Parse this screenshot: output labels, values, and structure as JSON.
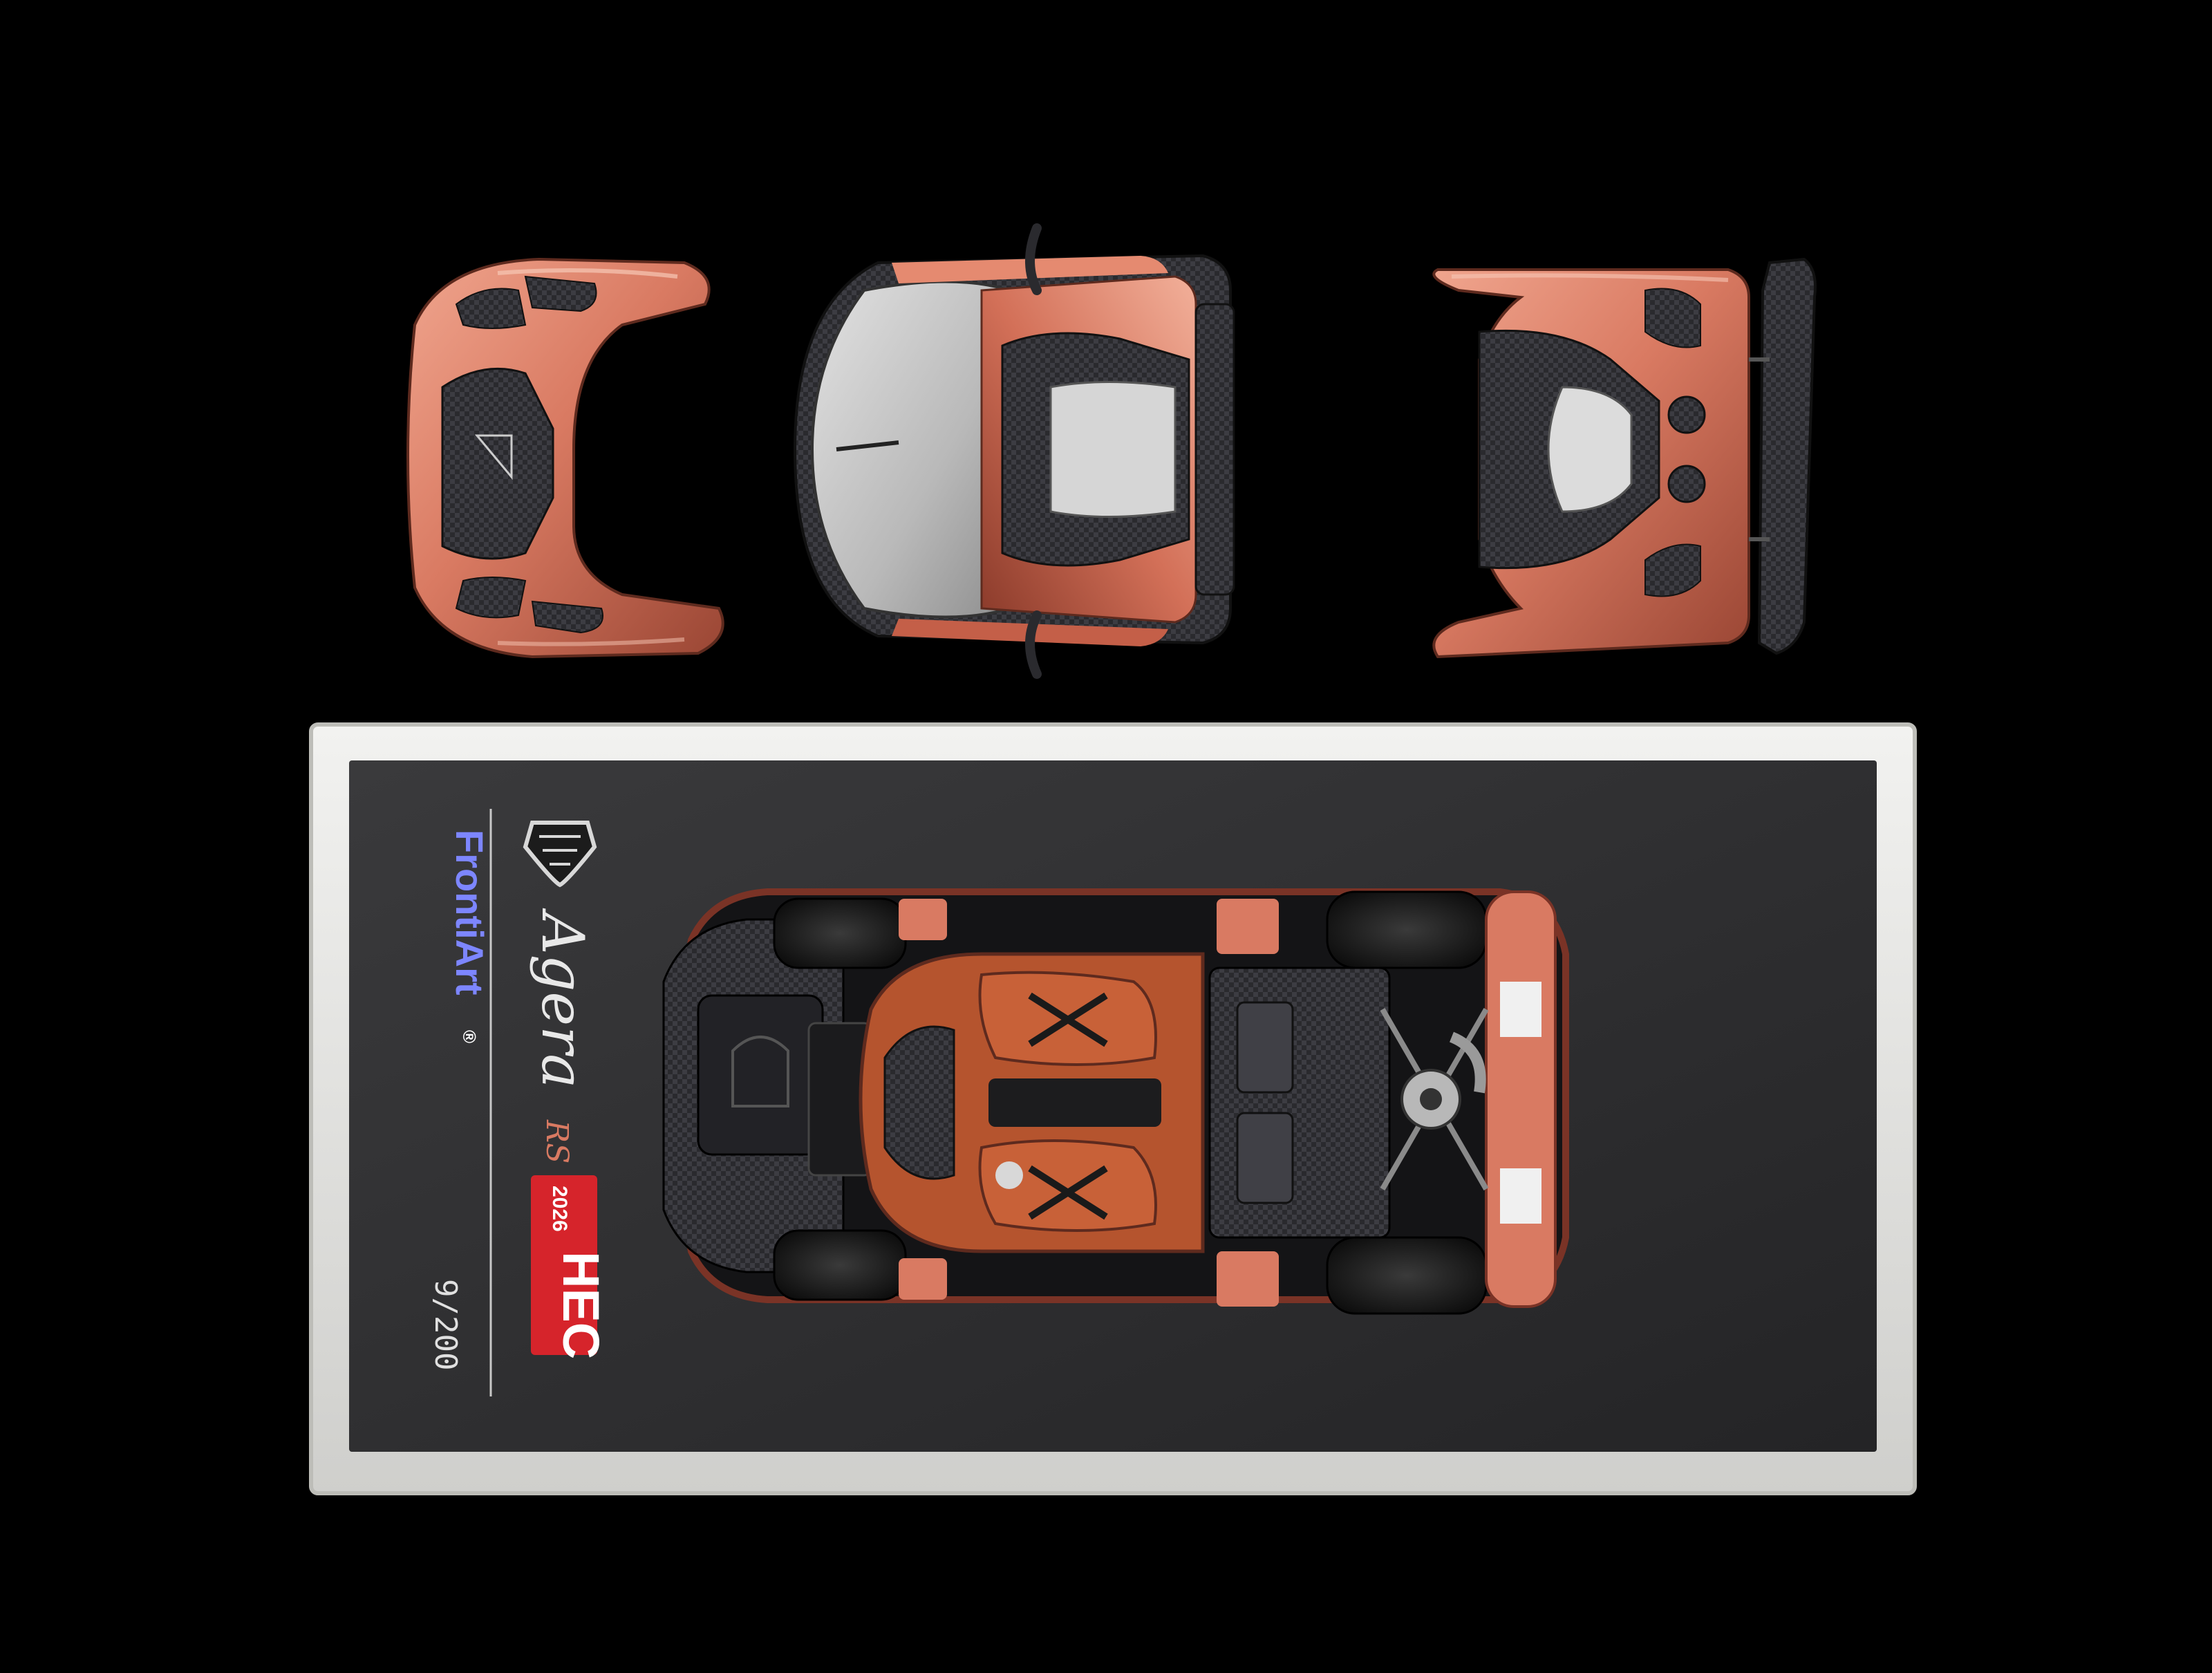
{
  "scene": {
    "background_color": "#000000",
    "body_color": "#d97a62",
    "body_highlight": "#f2b09a",
    "body_shadow": "#8a3a2a",
    "carbon_color": "#2a2a2e",
    "carbon_light": "#5a5a60",
    "glass_color": "#c9c9c9",
    "interior_color": "#b5542e",
    "display_base_color": "#2e2e30",
    "acrylic_color": "#e8e8e6"
  },
  "display_case": {
    "brand_label": "FrontiArt",
    "brand_mark": "®",
    "model_script": "Agera",
    "model_suffix": "RS",
    "event_year": "2026",
    "event_logo": "HEC",
    "edition_number": "9/200",
    "emblem_icon": "koenigsegg-shield-icon"
  },
  "body_parts": [
    {
      "name": "front-clamshell",
      "icon": "front-body-panel"
    },
    {
      "name": "center-cabin-shell",
      "icon": "roof-and-doors"
    },
    {
      "name": "rear-clamshell",
      "icon": "rear-body-with-wing"
    }
  ]
}
